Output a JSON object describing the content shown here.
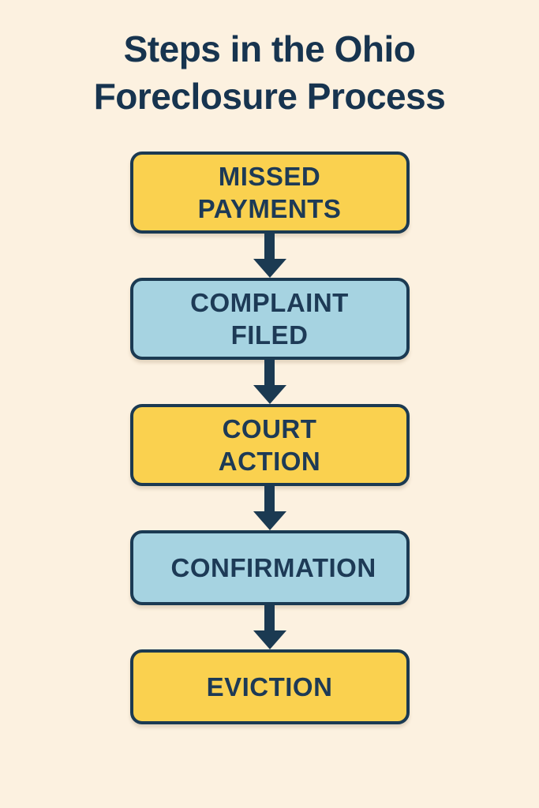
{
  "title": {
    "line1": "Steps in the Ohio",
    "line2": "Foreclosure Process"
  },
  "flow": {
    "steps": [
      {
        "label": "MISSED PAYMENTS",
        "variant": "yellow"
      },
      {
        "label": "COMPLAINT FILED",
        "variant": "blue"
      },
      {
        "label": "COURT ACTION",
        "variant": "yellow"
      },
      {
        "label": "CONFIRMATION",
        "variant": "blue"
      },
      {
        "label": "EVICTION",
        "variant": "yellow"
      }
    ]
  },
  "icons": {
    "connector": "arrow-down-icon"
  },
  "colors": {
    "background": "#FCF1E0",
    "box_yellow": "#FAD14F",
    "box_blue": "#A6D3E1",
    "outline_navy": "#1B3A52",
    "text_navy": "#1D3A56",
    "title_navy": "#17344F"
  }
}
